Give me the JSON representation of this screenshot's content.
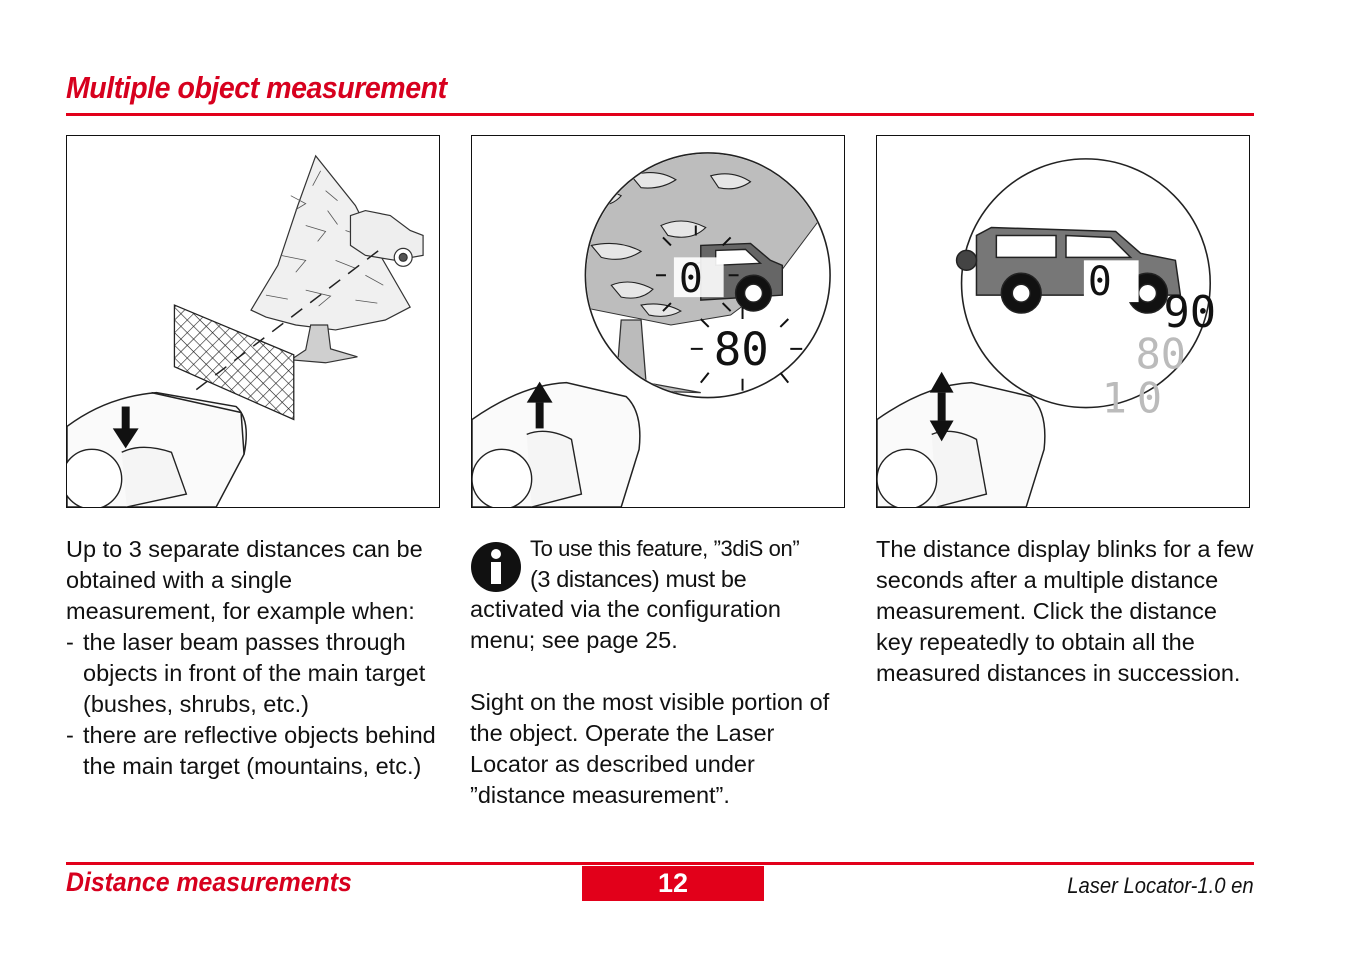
{
  "header": {
    "title": "Multiple object measurement"
  },
  "figures": {
    "fig2_readout_lower": "80",
    "fig2_readout_upper": "0",
    "fig3_readout_main": "90",
    "fig3_readout_prev": "80",
    "fig3_readout_prev2": "10"
  },
  "columns": {
    "left": {
      "intro": "Up to 3 separate distances can be obtained with a single measurement, for example when:",
      "bullets": [
        "the laser beam passes through objects in front of the main target (bushes, shrubs, etc.)",
        "there are reflective objects behind the main target (mountains, etc.)"
      ],
      "dash": "-"
    },
    "middle": {
      "note_line1": "To use this feature, ”3diS on”",
      "note_line2": "(3 distances) must be",
      "note_rest": "activated via the configuration menu; see page 25.",
      "para2": "Sight on the most visible portion of the object. Operate the Laser Locator as described under ”distance measurement”."
    },
    "right": {
      "text": "The distance display blinks for a few seconds after a multiple distance measurement. Click the distance key repeatedly to obtain all the measured distances in succession."
    }
  },
  "footer": {
    "section": "Distance measurements",
    "page_number": "12",
    "product": "Laser Locator-1.0 en"
  },
  "colors": {
    "accent": "#e2001a"
  },
  "icons": {
    "info": "info-icon",
    "arrow_down": "arrow-down-icon",
    "arrow_up": "arrow-up-icon",
    "arrow_updown": "arrow-updown-icon"
  }
}
